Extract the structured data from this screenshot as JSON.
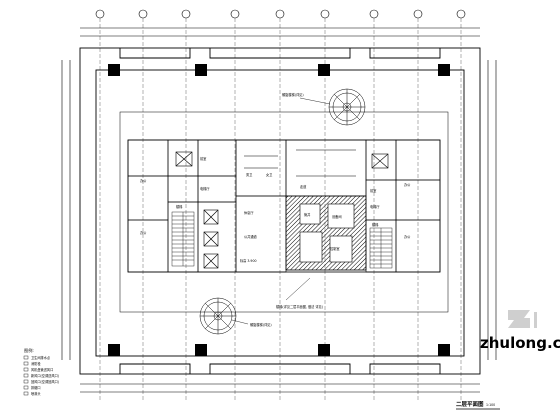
{
  "drawing": {
    "title_label": "二层平面图",
    "scale_label": "1:100",
    "legend": {
      "heading": "图例:",
      "items": [
        "卫生间排水点",
        "消防栓",
        "风机盘管送风口",
        "新风口(空调送风口)",
        "回风口(空调回风口)",
        "排烟口",
        "喷淋头"
      ]
    },
    "room_labels": [
      "办公",
      "办公",
      "办公",
      "办公",
      "前室",
      "前室",
      "电梯厅",
      "电梯厅",
      "男卫",
      "女卫",
      "休息厅",
      "走道",
      "公共通道",
      "楼梯",
      "楼梯",
      "管井",
      "设备间",
      "控制室"
    ],
    "callouts": [
      "螺旋楼梯(详见)",
      "螺旋楼梯(详见)",
      "楼梯(详见二层平面图, 做法 详见)",
      "标高 3.900"
    ],
    "watermark": "zhulong.com",
    "logo_icon": "zhulong-logo-icon",
    "colors": {
      "line": "#000000",
      "hatch": "#000000",
      "watermark": "#cfcfcf"
    }
  }
}
